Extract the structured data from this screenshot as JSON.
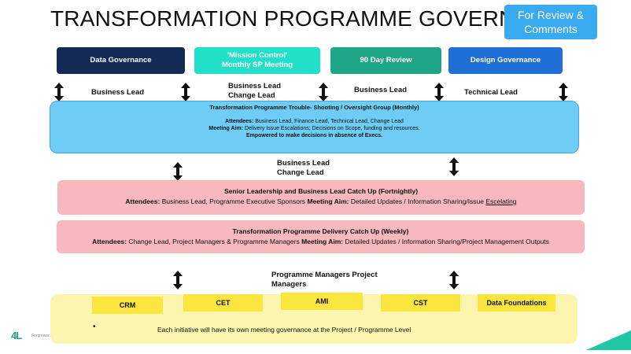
{
  "title": "TRANSFORMATION PROGRAMME GOVERNANCE",
  "review_badge": {
    "line1": "For Review &",
    "line2": "Comments"
  },
  "top_boxes": [
    {
      "line1": "Data Governance",
      "line2": ""
    },
    {
      "line1": "'Mission Control'",
      "line2": "Monthly SP Meeting"
    },
    {
      "line1": "90 Day Review",
      "line2": ""
    },
    {
      "line1": "Design Governance",
      "line2": ""
    }
  ],
  "top_labels": {
    "business_lead_1": "Business Lead",
    "business_change_1": "Business Lead",
    "business_change_2": "Change Lead",
    "business_lead_2": "Business Lead",
    "technical_lead": "Technical Lead"
  },
  "oversight_group": {
    "heading": "Transformation Programme Trouble- Shooting / Oversight Group (Monthly)",
    "attendees_label": "Attendees:",
    "attendees": "Business Lead, Finance Lead, Technical Lead, Change Lead",
    "aim_label": "Meeting Aim:",
    "aim": "Delivery Issue Escalations; Decisions on Scope, funding and resources.",
    "empowered": "Empowered to make decisions in absence of Execs."
  },
  "middle_labels": {
    "line1": "Business Lead",
    "line2": "Change Lead"
  },
  "senior_catchup": {
    "heading": "Senior Leadership and Business Lead Catch Up (Fortnightly)",
    "attendees_label": "Attendees:",
    "attendees": "Business Lead, Programme Executive Sponsors",
    "aim_label": "Meeting Aim:",
    "aim": "Detailed Updates / Information Sharing/Issue",
    "aim_underlined": "Escelating"
  },
  "delivery_catchup": {
    "heading": "Transformation Programme Delivery Catch Up (Weekly)",
    "attendees_label": "Attendees:",
    "attendees": "Change Lead, Project Managers & Programme Managers",
    "aim_label": "Meeting Aim:",
    "aim": "Detailed Updates / Information Sharing/Project Management Outputs"
  },
  "lower_labels": {
    "line1": "Programme Managers Project",
    "line2": "Managers"
  },
  "initiatives": [
    "CRM",
    "CET",
    "AMI",
    "CST",
    "Data Foundations"
  ],
  "bullet": "•",
  "footnote": "Each initiative will have its own meeting governance at the Project / Programme Level",
  "logo": {
    "mark": "4L",
    "text": "Forgrower"
  },
  "colors": {
    "data_governance": "#132a55",
    "mission_control": "#22e0c7",
    "review_90": "#1fa686",
    "design_governance": "#1f6fd7",
    "oversight": "#6fcdf5",
    "catchup": "#f7b9bd",
    "initiatives_panel": "#fbf5b0",
    "initiative_chip": "#fbe63f",
    "accent_teal": "#1fc7a4"
  }
}
